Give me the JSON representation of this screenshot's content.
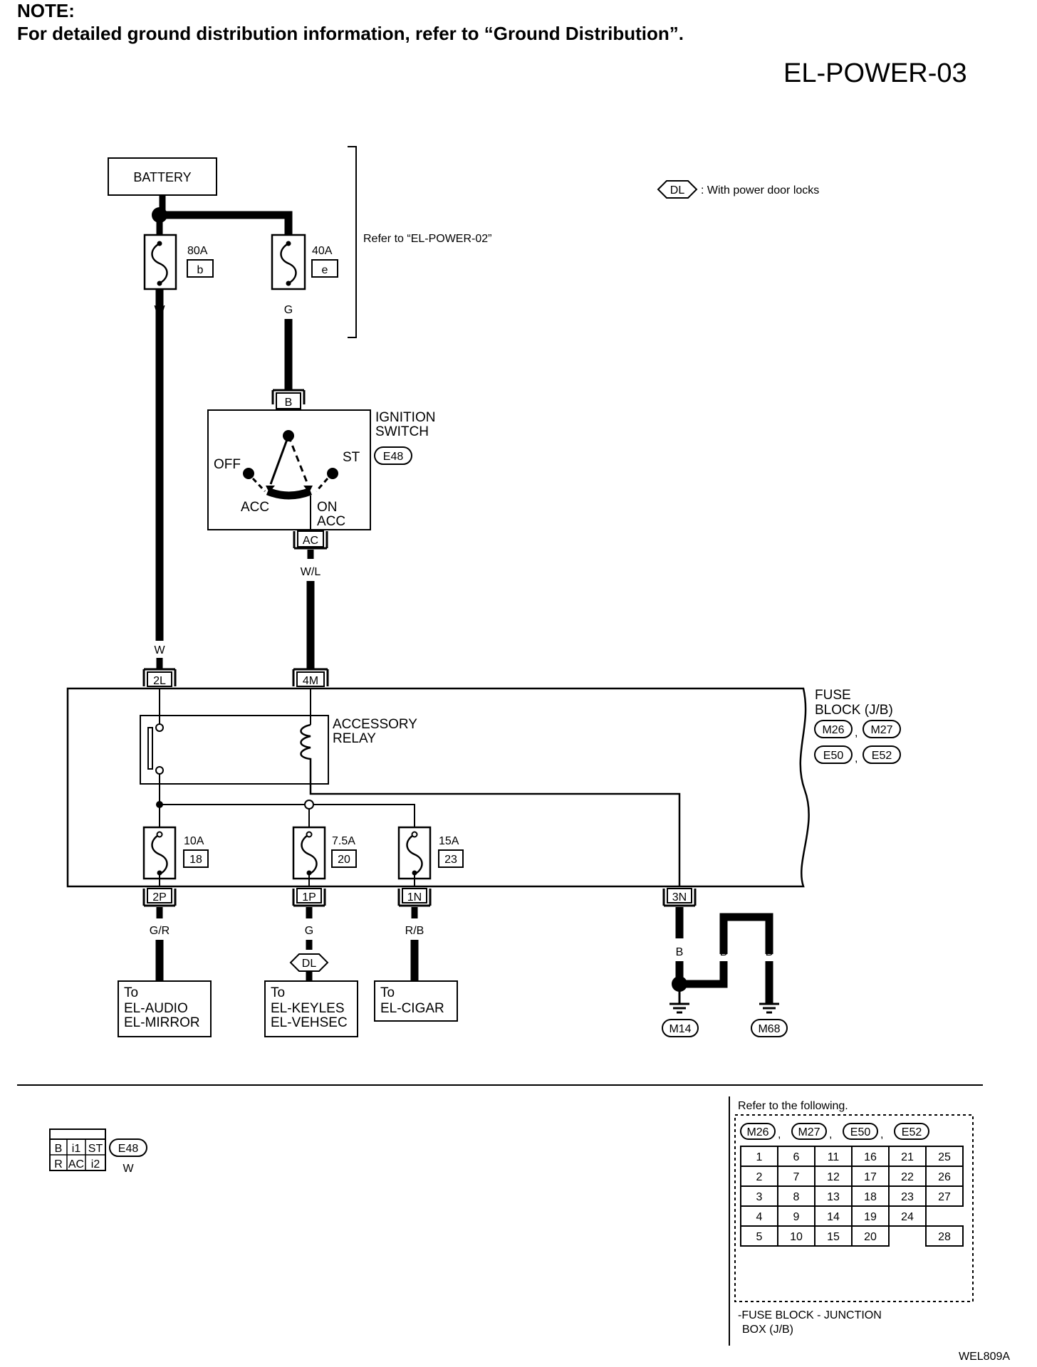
{
  "note": {
    "heading": "NOTE:",
    "text": "For detailed ground distribution information, refer to “Ground Distribution”."
  },
  "diagram_code": "EL-POWER-03",
  "battery": {
    "label": "BATTERY"
  },
  "fusible_links": [
    {
      "rating": "80A",
      "id": "b",
      "wire": "W"
    },
    {
      "rating": "40A",
      "id": "e",
      "wire": "G"
    }
  ],
  "refer_power02": "Refer to “EL-POWER-02”",
  "legend_dl": {
    "tag": "DL",
    "text": ": With power door locks"
  },
  "ignition_switch": {
    "name_line1": "IGNITION",
    "name_line2": "SWITCH",
    "connector": "E48",
    "terminal_in": "B",
    "terminal_out": "AC",
    "positions": {
      "off": "OFF",
      "acc": "ACC",
      "st": "ST",
      "on": "ON",
      "on_acc": "ACC"
    },
    "out_wire": "W/L"
  },
  "wire_to_2l": "W",
  "fuse_block": {
    "name_line1": "FUSE",
    "name_line2": "BLOCK (J/B)",
    "connectors": [
      "M26",
      "M27",
      "E50",
      "E52"
    ],
    "sep": ",",
    "input_terminals": [
      "2L",
      "4M"
    ],
    "relay": {
      "line1": "ACCESSORY",
      "line2": "RELAY"
    },
    "fuses": [
      {
        "rating": "10A",
        "number": "18",
        "terminal": "2P",
        "wire": "G/R"
      },
      {
        "rating": "7.5A",
        "number": "20",
        "terminal": "1P",
        "wire": "G"
      },
      {
        "rating": "15A",
        "number": "23",
        "terminal": "1N",
        "wire": "R/B"
      }
    ],
    "ground_terminal": "3N"
  },
  "destinations": [
    {
      "line1": "To",
      "line2": "EL-AUDIO",
      "line3": "EL-MIRROR"
    },
    {
      "line1": "To",
      "line2": "EL-KEYLES",
      "line3": "EL-VEHSEC"
    },
    {
      "line1": "To",
      "line2": "EL-CIGAR"
    }
  ],
  "dl_tag": "DL",
  "grounds": {
    "wires": [
      "B",
      "B",
      "B"
    ],
    "points": [
      "M14",
      "M68"
    ]
  },
  "connector_e48": {
    "id": "E48",
    "color": "W",
    "row1": [
      "B",
      "i1",
      "ST"
    ],
    "row2": [
      "R",
      "AC",
      "i2"
    ]
  },
  "refer_box": {
    "title": "Refer to the following.",
    "connectors": [
      "M26",
      "M27",
      "E50",
      "E52"
    ],
    "sep": ",",
    "grid": [
      [
        "1",
        "6",
        "11",
        "16",
        "21",
        "25"
      ],
      [
        "2",
        "7",
        "12",
        "17",
        "22",
        "26"
      ],
      [
        "3",
        "8",
        "13",
        "18",
        "23",
        "27"
      ],
      [
        "4",
        "9",
        "14",
        "19",
        "24",
        ""
      ],
      [
        "5",
        "10",
        "15",
        "20",
        "",
        "28"
      ]
    ],
    "caption_line1": "-FUSE BLOCK - JUNCTION",
    "caption_line2": "BOX (J/B)"
  },
  "figure_code": "WEL809A"
}
